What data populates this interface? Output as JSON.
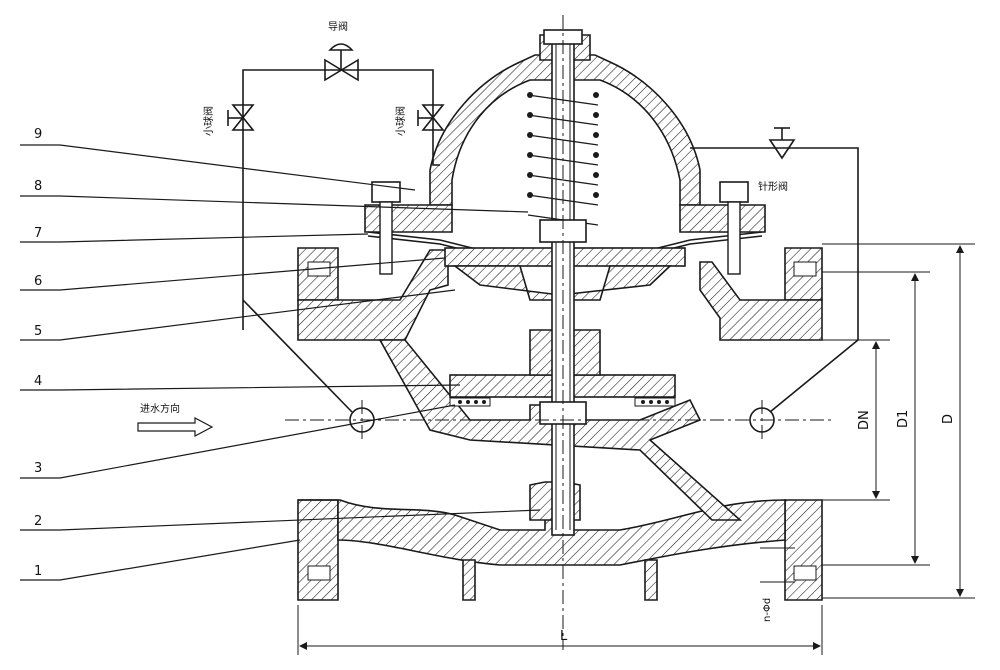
{
  "diagram": {
    "callouts": [
      "1",
      "2",
      "3",
      "4",
      "5",
      "6",
      "7",
      "8",
      "9"
    ],
    "valve_labels": {
      "pilot_valve": "导阀",
      "ball_valve_left": "小球阀",
      "ball_valve_right": "小球阀",
      "needle_valve": "针形阀",
      "flow_direction": "进水方向"
    },
    "dimensions": {
      "dn": "DN",
      "d1": "D1",
      "d": "D",
      "length": "L",
      "bolt_holes": "n-Φd"
    }
  }
}
